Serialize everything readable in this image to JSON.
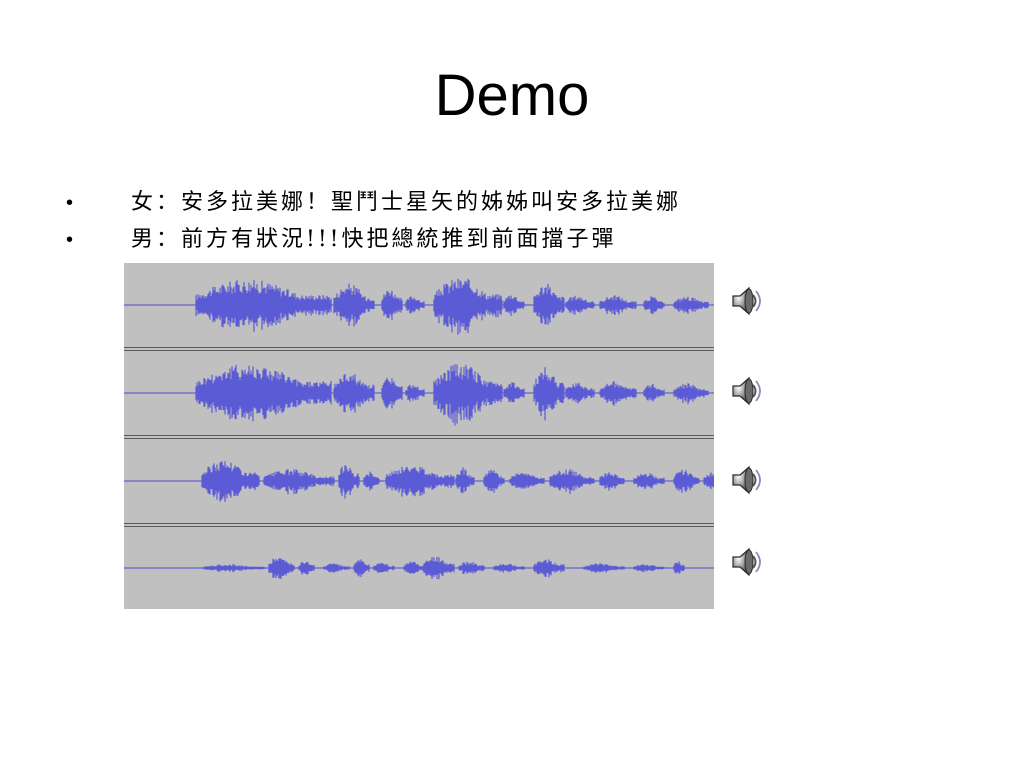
{
  "slide": {
    "title": "Demo",
    "bullets": [
      {
        "marker": "•",
        "text": "女：安多拉美娜！聖鬥士星矢的姊姊叫安多拉美娜"
      },
      {
        "marker": "•",
        "text": "男：前方有狀況!!!快把總統推到前面擋子彈"
      }
    ]
  },
  "audio_clips": [
    {
      "icon": "speaker-icon",
      "track": 1
    },
    {
      "icon": "speaker-icon",
      "track": 2
    },
    {
      "icon": "speaker-icon",
      "track": 3
    },
    {
      "icon": "speaker-icon",
      "track": 4
    }
  ],
  "colors": {
    "waveform": "#5b5bd6",
    "waveform_dark": "#3c3cc0",
    "panel_background": "#c0c0c0",
    "baseline": "#4a4ad0"
  }
}
